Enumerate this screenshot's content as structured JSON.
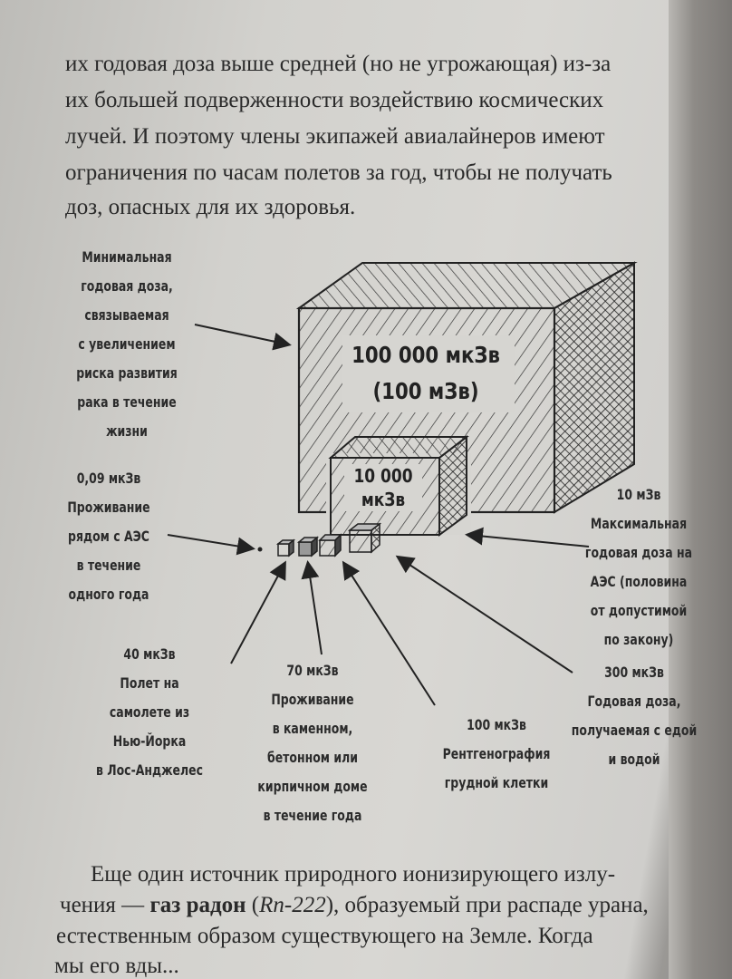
{
  "top_text": [
    "их годовая доза выше средней (но не угрожающая) из-за",
    "их большей подверженности воздействию космических",
    "лучей. И поэтому члены экипажей авиалайнеров имеют",
    "ограничения по часам полетов за год, чтобы не получать",
    "доз, опасных для их здоровья."
  ],
  "diagram": {
    "big_cube": [
      "100 000 мкЗв",
      "(100 мЗв)"
    ],
    "medium_cube": [
      "10 000",
      "мкЗв"
    ],
    "labels": {
      "min_dose": [
        "Минимальная",
        "годовая доза,",
        "связываемая",
        "с увеличением",
        "риска развития",
        "рака в течение",
        "жизни"
      ],
      "npp_living": [
        "0,09 мкЗв",
        "Проживание",
        "рядом с АЭС",
        "в течение",
        "одного года"
      ],
      "flight": [
        "40 мкЗв",
        "Полет на",
        "самолете из",
        "Нью-Йорка",
        "в Лос-Анджелес"
      ],
      "house": [
        "70 мкЗв",
        "Проживание",
        "в каменном,",
        "бетонном или",
        "кирпичном доме",
        "в течение года"
      ],
      "xray": [
        "100 мкЗв",
        "Рентгенография",
        "грудной клетки"
      ],
      "npp_max": [
        "10 мЗв",
        "Максимальная",
        "годовая доза на",
        "АЭС (половина",
        "от допустимой",
        "по закону)"
      ],
      "food": [
        "300 мкЗв",
        "Годовая доза,",
        "получаемая с едой",
        "и водой"
      ]
    }
  },
  "bottom_text": {
    "line1": "Еще один источник природного ионизирующего излу-",
    "line2_pre": "чения — ",
    "line2_bold": "газ радон",
    "line2_paren_open": " (",
    "line2_italic": "Rn-222",
    "line2_post": "), образуемый при распаде урана,",
    "line3": "естественным образом существующего на Земле. Когда",
    "line4": "мы его вды..."
  }
}
